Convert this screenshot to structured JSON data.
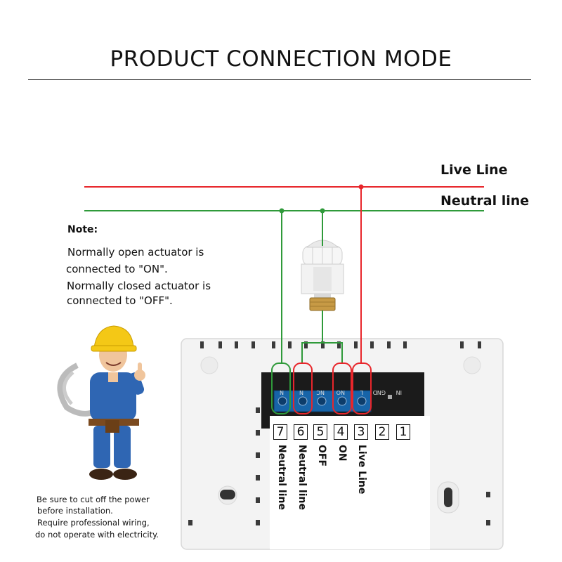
{
  "title": "PRODUCT CONNECTION MODE",
  "lines": {
    "live": "Live Line",
    "neutral": "Neutral  line"
  },
  "note": {
    "title": "Note:",
    "line1": "Normally open actuator is",
    "line2": "connected to \"ON\".",
    "line3": "Normally closed actuator is",
    "line4": "connected to \"OFF\"."
  },
  "warning": {
    "line1": "Be sure to cut off the power",
    "line2": "before installation.",
    "line3": "Require professional wiring,",
    "line4": "do not operate with electricity."
  },
  "terminals": [
    {
      "num": "7",
      "label": "Neutral  line"
    },
    {
      "num": "6",
      "label": "Neutral  line"
    },
    {
      "num": "5",
      "label": "OFF"
    },
    {
      "num": "4",
      "label": "ON"
    },
    {
      "num": "3",
      "label": "Live Line"
    },
    {
      "num": "2",
      "label": ""
    },
    {
      "num": "1",
      "label": ""
    }
  ],
  "block_marks": [
    "N",
    "N",
    "NC",
    "NO",
    "L",
    "GND",
    "IN"
  ],
  "colors": {
    "live": "#e8262b",
    "neutral": "#2f9a3a",
    "device": "#f4f4f4"
  }
}
